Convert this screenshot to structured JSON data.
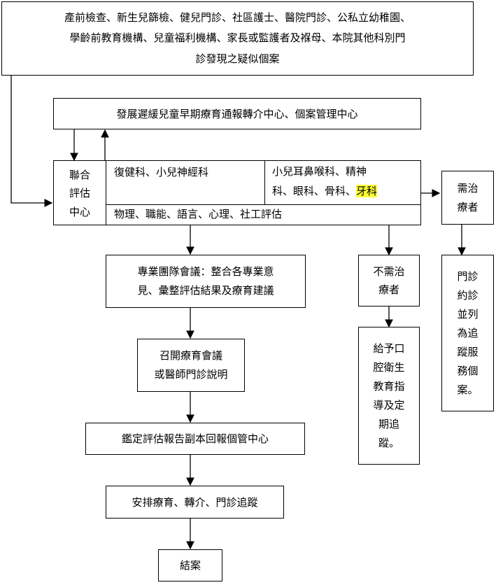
{
  "source_box": {
    "line1": "產前檢查、新生兒篩檢、健兒門診、社區護士、醫院門診、公私立幼稚園、",
    "line2": "學齡前教育機構、兒童福利機構、家長或監護者及褓母、本院其他科別門",
    "line3": "診發現之疑似個案"
  },
  "referral_center": "發展遲緩兒童早期療育通報轉介中心、個案管理中心",
  "joint_center": {
    "label_lines": [
      "聯合",
      "評估",
      "中心"
    ],
    "rehab": "復健科、小兒神經科",
    "specialties_line1": "小兒耳鼻喉科、精神",
    "specialties_line2_prefix": "科、眼科、骨科、",
    "specialties_highlight": "牙科",
    "assessments": "物理、職能、語言、心理、社工評估"
  },
  "needs_treatment": [
    "需治",
    "療者"
  ],
  "clinic_follow": [
    "門診",
    "約診",
    "並列",
    "為追",
    "蹤服",
    "務個",
    "案。"
  ],
  "no_treatment": [
    "不需治",
    "療者"
  ],
  "oral_health": [
    "給予口",
    "腔衛生",
    "教育指",
    "導及定",
    "期追",
    "蹤。"
  ],
  "team_meeting": {
    "line1": "專業團隊會議：整合各專業意",
    "line2": "見、彙整評估結果及療育建議"
  },
  "care_meeting": {
    "line1": "召開療育會議",
    "line2": "或醫師門診說明"
  },
  "report": "鑑定評估報告副本回報個管中心",
  "arrange": "安排療育、轉介、門診追蹤",
  "close_case": "結案",
  "colors": {
    "highlight": "#ffff33",
    "line": "#000000"
  }
}
